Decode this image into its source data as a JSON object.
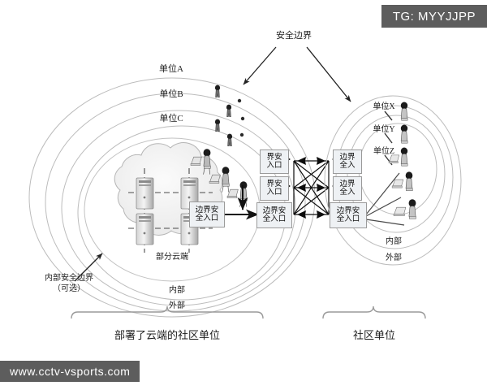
{
  "watermarks": {
    "top_right": "TG: MYYJJPP",
    "bottom_left": "www.cctv-vsports.com"
  },
  "diagram": {
    "title_annotation": "安全边界",
    "left_group": {
      "bracket_label": "部署了云端的社区单位",
      "zones": [
        "单位A",
        "单位B",
        "单位C"
      ],
      "inner_label": "内部",
      "outer_label": "外部",
      "cloud_label": "部分云端",
      "internal_boundary_note": "内部安全边界\n（可选）",
      "gateways": [
        {
          "text": "界安\n入口"
        },
        {
          "text": "界安\n入口"
        },
        {
          "text": "边界安\n全入口"
        }
      ],
      "cloud_gateway": "边界安\n全入口",
      "server_count": 4
    },
    "right_group": {
      "bracket_label": "社区单位",
      "zones": [
        "单位X",
        "单位Y",
        "单位Z"
      ],
      "inner_label": "内部",
      "outer_label": "外部",
      "gateways": [
        {
          "text": "边界\n全入"
        },
        {
          "text": "边界\n全入"
        },
        {
          "text": "边界安\n全入口"
        }
      ]
    },
    "mesh": {
      "node_count": 6,
      "description": "full-mesh-interconnect"
    },
    "colors": {
      "watermark_bg": "#5d5d5d",
      "watermark_fg": "#ffffff",
      "ellipse_stroke": "#b9b9b9",
      "gate_fill": "#eef1f4",
      "gate_stroke": "#9a9a9a",
      "arrow_black": "#111111",
      "cloud_fill": "#f1f1f1",
      "cloud_stroke": "#b5b5b5",
      "page_bg": "#ffffff"
    }
  }
}
